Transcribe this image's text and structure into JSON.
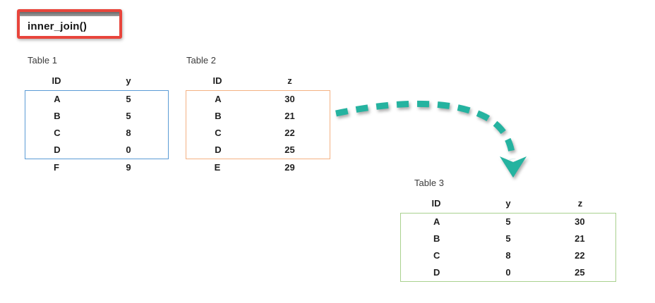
{
  "title_box": {
    "label": "inner_join()",
    "border_color": "#e8453c"
  },
  "arrow": {
    "description": "dashed curved arrow pointing down to joined result",
    "color": "#25b3a0"
  },
  "tables": [
    {
      "label": "Table 1",
      "columns": [
        "ID",
        "y"
      ],
      "joined_rows": [
        [
          "A",
          "5"
        ],
        [
          "B",
          "5"
        ],
        [
          "C",
          "8"
        ],
        [
          "D",
          "0"
        ]
      ],
      "excluded_rows": [
        [
          "F",
          "9"
        ]
      ],
      "box_color": "#5b9bd5"
    },
    {
      "label": "Table 2",
      "columns": [
        "ID",
        "z"
      ],
      "joined_rows": [
        [
          "A",
          "30"
        ],
        [
          "B",
          "21"
        ],
        [
          "C",
          "22"
        ],
        [
          "D",
          "25"
        ]
      ],
      "excluded_rows": [
        [
          "E",
          "29"
        ]
      ],
      "box_color": "#f4b183"
    },
    {
      "label": "Table 3",
      "columns": [
        "ID",
        "y",
        "z"
      ],
      "joined_rows": [
        [
          "A",
          "5",
          "30"
        ],
        [
          "B",
          "5",
          "21"
        ],
        [
          "C",
          "8",
          "22"
        ],
        [
          "D",
          "0",
          "25"
        ]
      ],
      "excluded_rows": [],
      "box_color": "#a9d18e"
    }
  ]
}
